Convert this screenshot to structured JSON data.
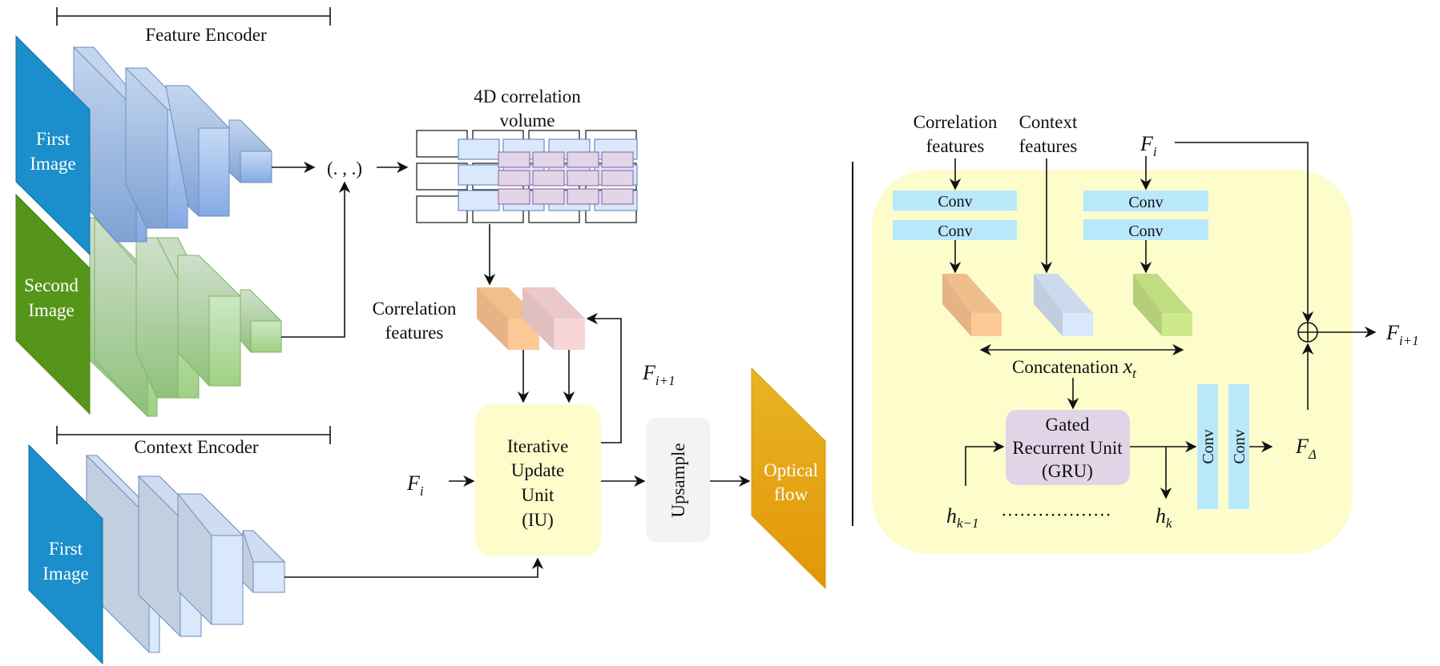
{
  "left_panel": {
    "feature_encoder": {
      "label": "Feature Encoder",
      "first_image": {
        "line1": "First",
        "line2": "Image"
      },
      "second_image": {
        "line1": "Second",
        "line2": "Image"
      }
    },
    "context_encoder": {
      "label": "Context Encoder",
      "first_image": {
        "line1": "First",
        "line2": "Image"
      }
    },
    "dot_product": "(. , .)",
    "correlation_volume": {
      "line1": "4D correlation",
      "line2": "volume"
    },
    "correlation_features": {
      "line1": "Correlation",
      "line2": "features"
    },
    "iterative_update_unit": {
      "line1": "Iterative",
      "line2": "Update",
      "line3": "Unit",
      "line4": "(IU)"
    },
    "input_flow": {
      "base": "F",
      "sub": "i"
    },
    "output_flow": {
      "base": "F",
      "sub": "i+1"
    },
    "upsample": "Upsample",
    "optical_flow": {
      "line1": "Optical",
      "line2": "flow"
    }
  },
  "right_panel": {
    "correlation_features": {
      "line1": "Correlation",
      "line2": "features"
    },
    "context_features": {
      "line1": "Context",
      "line2": "features"
    },
    "input_flow": {
      "base": "F",
      "sub": "i"
    },
    "conv_label": "Conv",
    "concatenation": {
      "text": "Concatenation ",
      "var": "x",
      "sub": "t"
    },
    "gru": {
      "line1": "Gated",
      "line2": "Recurrent Unit",
      "line3": "(GRU)"
    },
    "hidden_prev": {
      "base": "h",
      "sub": "k−1"
    },
    "hidden_dots": "··················",
    "hidden_next": {
      "base": "h",
      "sub": "k"
    },
    "delta_flow": {
      "base": "F",
      "sub": "Δ"
    },
    "output_flow": {
      "base": "F",
      "sub": "i+1"
    },
    "sum_symbol": "oplus-icon"
  },
  "colors": {
    "image_blue": "#1a8fcb",
    "image_green": "#55961a",
    "optical_flow": "#e39a0d",
    "panel_yellow": "#fdfdcc",
    "iu_yellow": "#fefccb",
    "conv_blue": "#b9e8fb",
    "gru_purple": "#e1d4e7",
    "upsample_gray": "#f3f3f3"
  }
}
